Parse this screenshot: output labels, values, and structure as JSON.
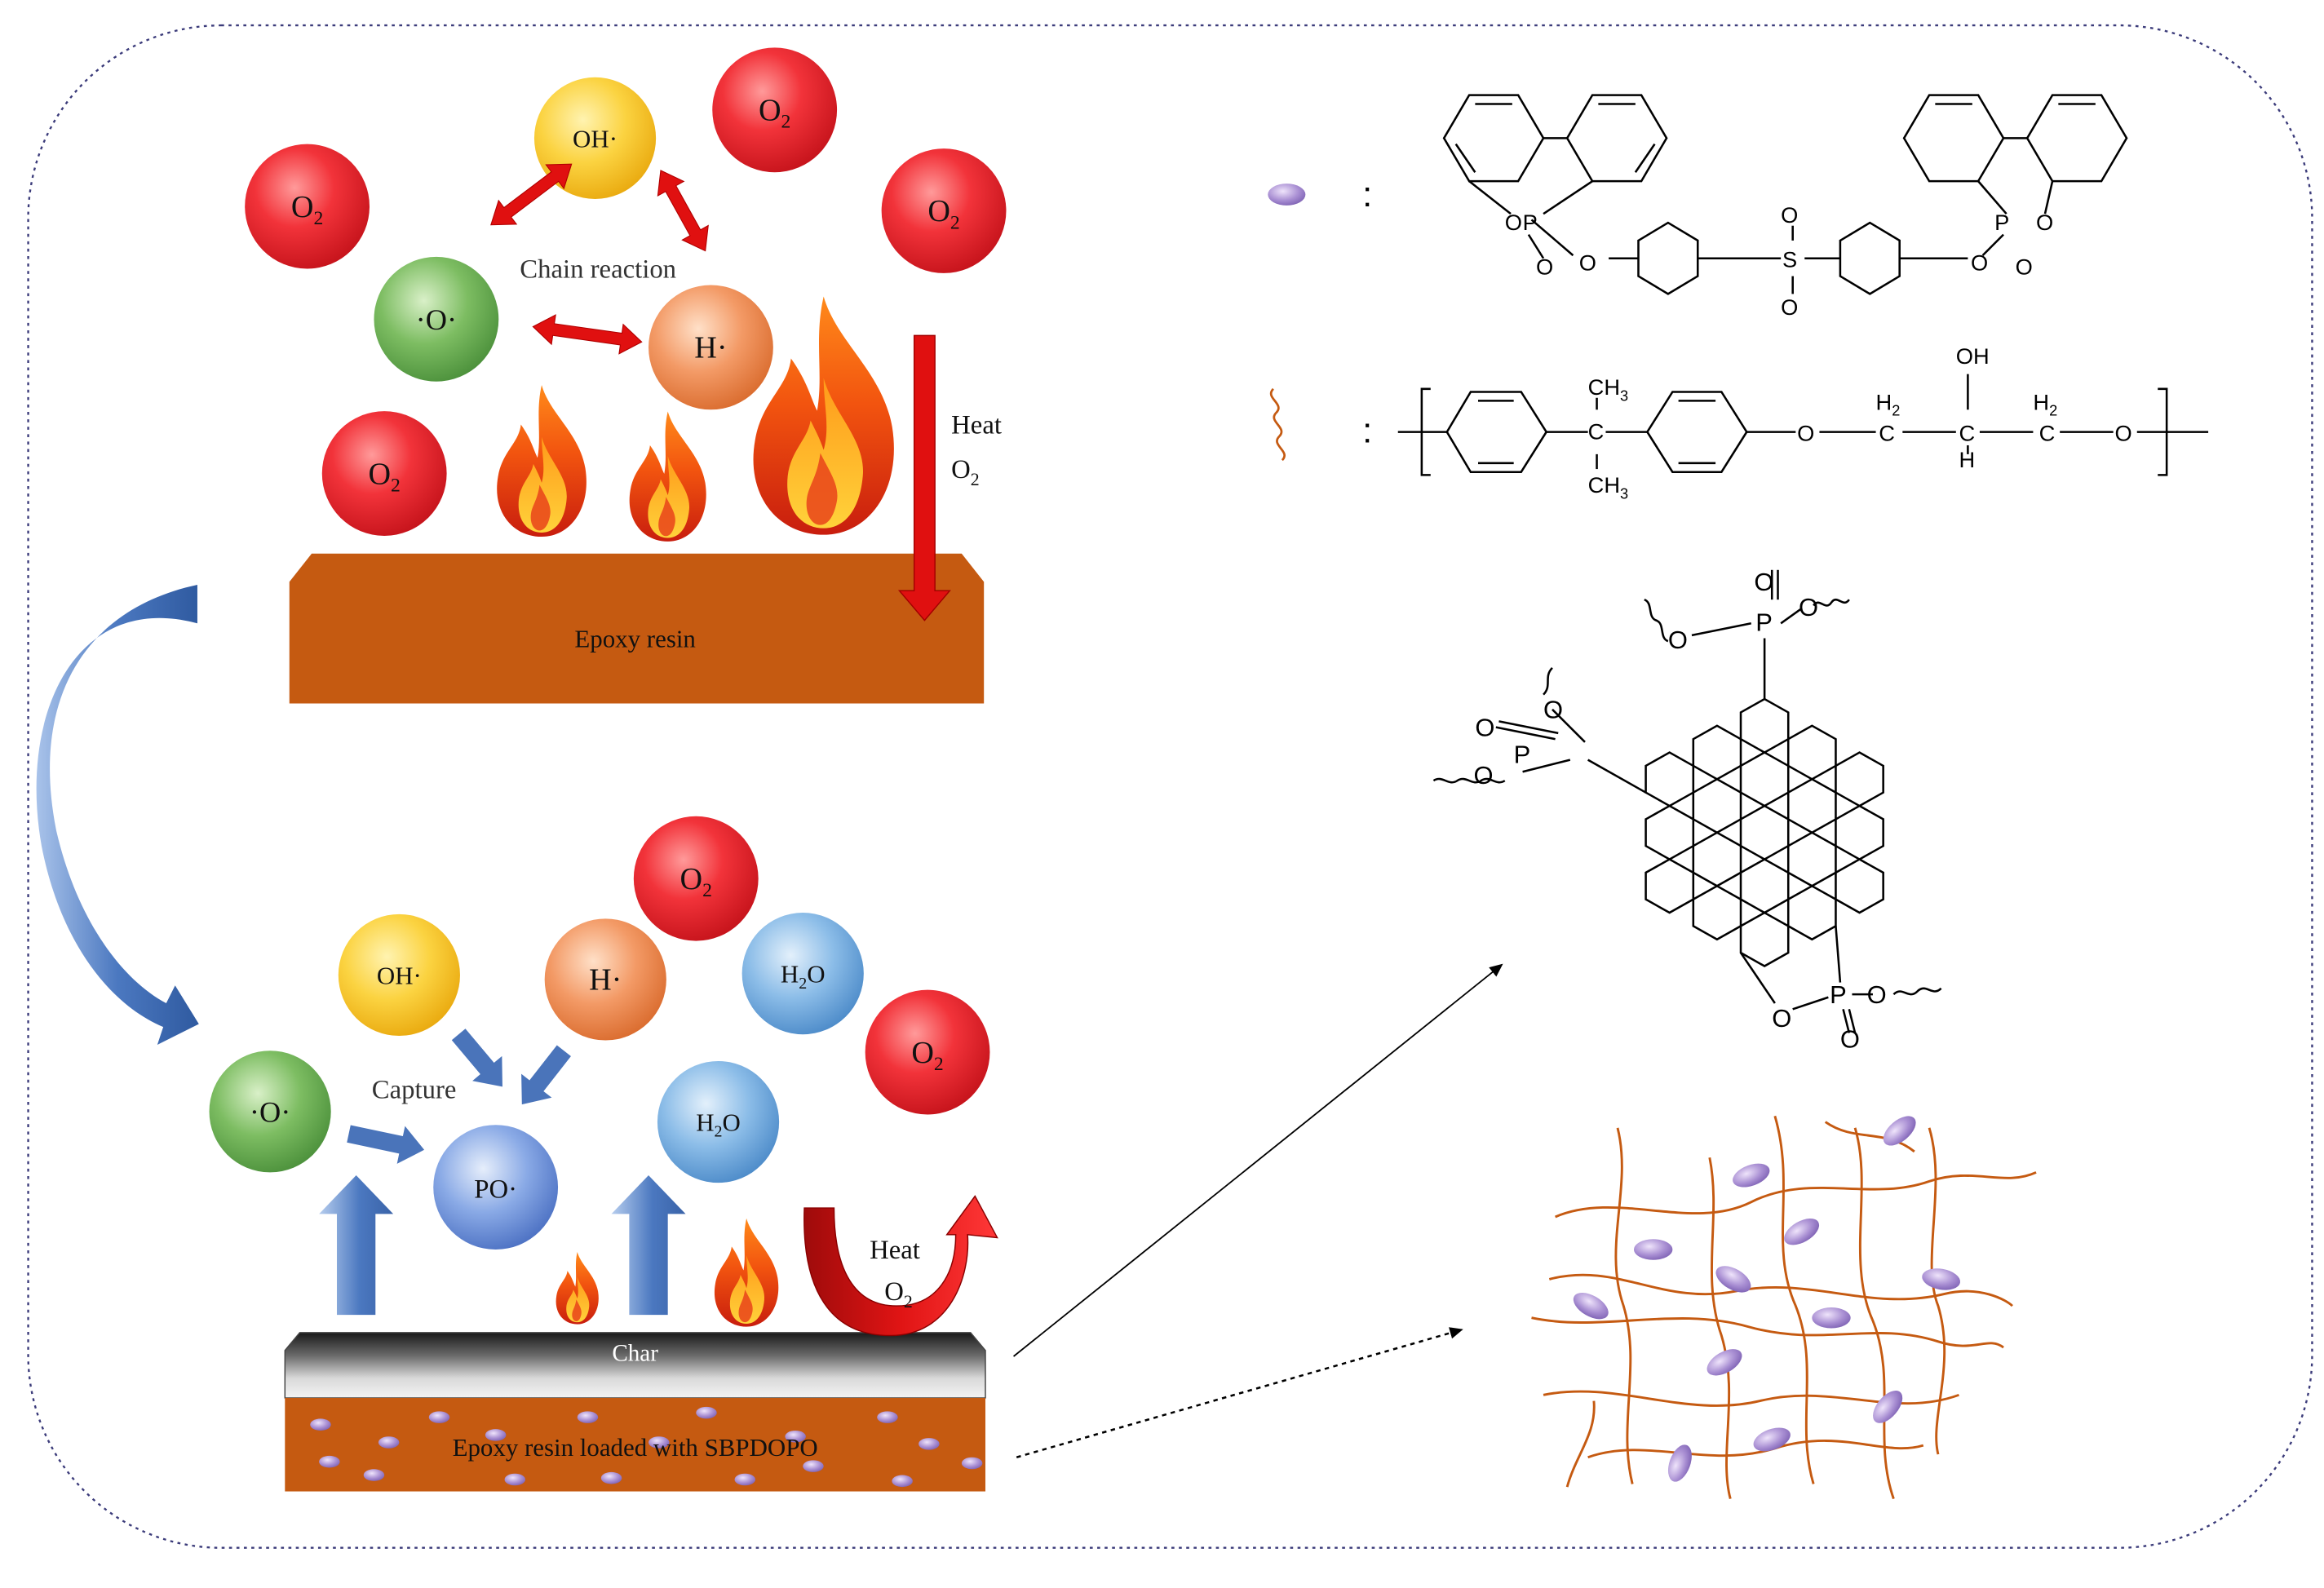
{
  "top_panel": {
    "species": {
      "oh_radical": "OH·",
      "o_radical": "·O·",
      "h_radical": "H·",
      "o2_base": "O",
      "o2_sub": "2"
    },
    "chain_reaction_label": "Chain reaction",
    "heat_label": "Heat",
    "o2_label_base": "O",
    "o2_label_sub": "2",
    "slab_label": "Epoxy resin"
  },
  "bottom_panel": {
    "species": {
      "oh_radical": "OH·",
      "h_radical": "H·",
      "o_radical": "·O·",
      "po_radical": "PO·",
      "h2o_h": "H",
      "h2o_sub": "2",
      "h2o_o": "O",
      "o2_base": "O",
      "o2_sub": "2"
    },
    "capture_label": "Capture",
    "heat_label": "Heat",
    "o2_label_base": "O",
    "o2_label_sub": "2",
    "char_label": "Char",
    "slab_label": "Epoxy resin loaded with SBPDOPO"
  },
  "legend": {
    "separator": ":"
  },
  "bpa_epoxy": {
    "ch3": "CH",
    "ch3_sub": "3",
    "oh": "OH",
    "h2": "H",
    "h2_sub": "2",
    "c": "C",
    "h": "H",
    "o": "O"
  },
  "sbpdopo": {
    "o": "O",
    "p": "P",
    "s": "S"
  },
  "colors": {
    "o2": "#e8202a",
    "oh": "#f7c21b",
    "o_radical": "#5faa4e",
    "h_radical": "#ef8a52",
    "h2o": "#5d9fd8",
    "po": "#4f7ed0",
    "resin": "#c55a11",
    "red_arrow": "#dd0d0d",
    "blue_arrow": "#3d6cb7",
    "particle": "#9b7cc4",
    "chain": "#c55a11"
  }
}
